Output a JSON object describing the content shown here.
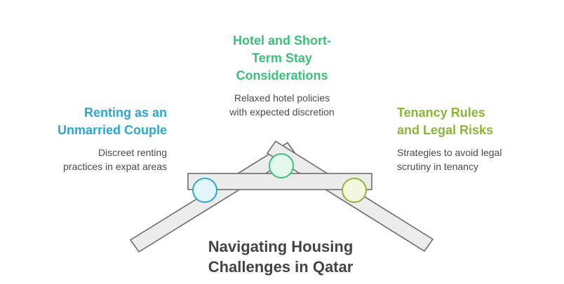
{
  "title": {
    "line1": "Navigating Housing",
    "line2": "Challenges in Qatar"
  },
  "items": [
    {
      "heading": [
        "Renting as an",
        "Unmarried Couple"
      ],
      "description": [
        "Discreet renting",
        "practices in expat areas"
      ],
      "color": "#2aa7d2",
      "fill": "#e2f5fb"
    },
    {
      "heading": [
        "Hotel and Short-",
        "Term Stay",
        "Considerations"
      ],
      "description": [
        "Relaxed hotel policies",
        "with expected discretion"
      ],
      "color": "#3cbf78",
      "fill": "#e3f7ec"
    },
    {
      "heading": [
        "Tenancy Rules",
        "and Legal Risks"
      ],
      "description": [
        "Strategies to avoid legal",
        "scrutiny in tenancy"
      ],
      "color": "#8db43a",
      "fill": "#f2f8dd"
    }
  ],
  "colors": {
    "beam_fill": "#ececec",
    "beam_stroke": "#6e6e6e",
    "title_text": "#444444",
    "description_text": "#4a4a4a"
  }
}
